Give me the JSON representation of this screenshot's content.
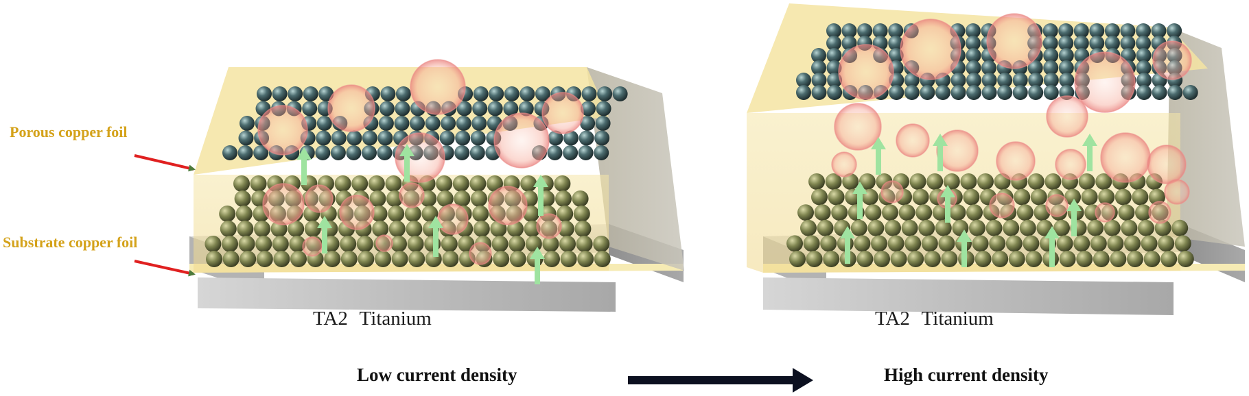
{
  "labels": {
    "porous": "Porous copper foil",
    "substrate": "Substrate copper foil"
  },
  "captions": {
    "low": "Low current density",
    "high": "High current density"
  },
  "base_label": "TA2  Titanium",
  "colors": {
    "electrolyte": "#f7e7a6",
    "copper_particle": "#4b6b6e",
    "substrate_particle": "#7f8550",
    "bubble": "#f4a09a",
    "growth_arrow": "#9fe3a0",
    "pointer_arrow": "#e02020",
    "label_text": "#d4a21a",
    "progress_arrow": "#0c1020"
  },
  "icons": [
    "red-pointer-arrow-icon",
    "green-growth-arrow-icon",
    "black-progress-arrow-icon"
  ]
}
